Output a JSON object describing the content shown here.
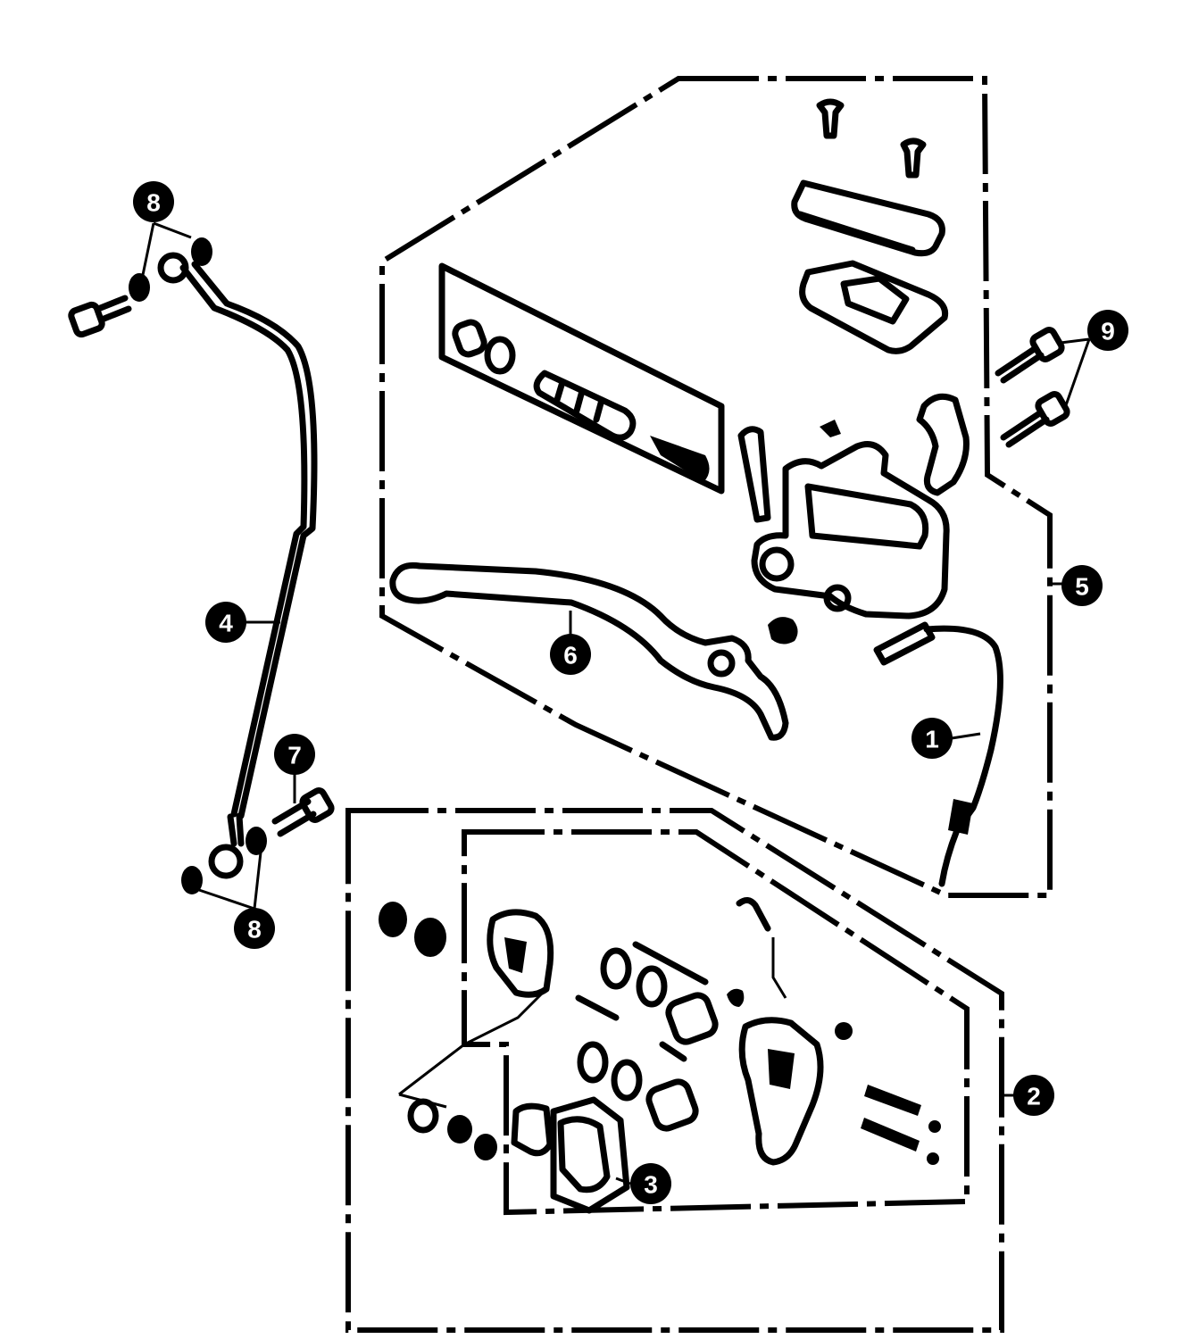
{
  "callouts": [
    {
      "id": "c1",
      "label": "1"
    },
    {
      "id": "c2",
      "label": "2"
    },
    {
      "id": "c3",
      "label": "3"
    },
    {
      "id": "c4",
      "label": "4"
    },
    {
      "id": "c5",
      "label": "5"
    },
    {
      "id": "c6",
      "label": "6"
    },
    {
      "id": "c7",
      "label": "7"
    },
    {
      "id": "c8a",
      "label": "8"
    },
    {
      "id": "c8b",
      "label": "8"
    },
    {
      "id": "c9",
      "label": "9"
    }
  ],
  "colors": {
    "ink": "#000000",
    "paper": "#ffffff",
    "callout_text": "#ffffff"
  }
}
